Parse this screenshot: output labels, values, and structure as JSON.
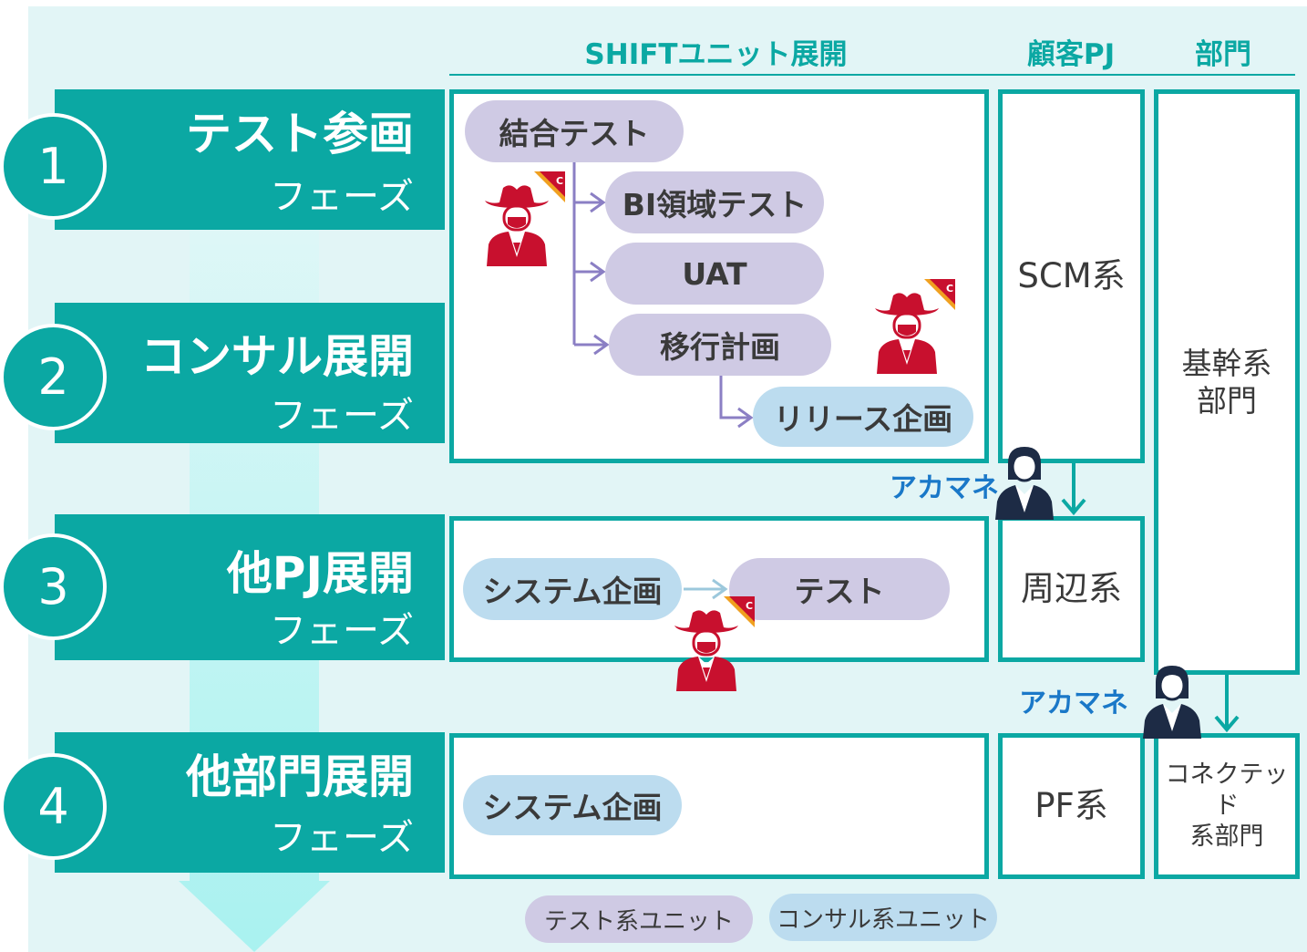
{
  "headers": {
    "shift_units": "SHIFTユニット展開",
    "client_pj": "顧客PJ",
    "department": "部門"
  },
  "phases": [
    {
      "number": "1",
      "title": "テスト参画",
      "subtitle": "フェーズ"
    },
    {
      "number": "2",
      "title": "コンサル展開",
      "subtitle": "フェーズ"
    },
    {
      "number": "3",
      "title": "他PJ展開",
      "subtitle": "フェーズ"
    },
    {
      "number": "4",
      "title": "他部門展開",
      "subtitle": "フェーズ"
    }
  ],
  "shift_tasks": {
    "integration_test": "結合テスト",
    "bi_test": "BI領域テスト",
    "uat": "UAT",
    "migration_plan": "移行計画",
    "release_plan": "リリース企画",
    "system_plan_pj": "システム企画",
    "test_pj": "テスト",
    "system_plan_dept": "システム企画"
  },
  "client_pj": {
    "scm": "SCM系",
    "peripheral": "周辺系",
    "pf": "PF系"
  },
  "department": {
    "core": "基幹系\n部門",
    "connected": "コネクテッド\n系部門"
  },
  "akamane": {
    "label1": "アカマネ",
    "label2": "アカマネ"
  },
  "badge_letter": "C",
  "legend": {
    "test_unit": "テスト系ユニット",
    "consult_unit": "コンサル系ユニット"
  },
  "colors": {
    "teal": "#0ba8a3",
    "purple_pill": "#cfcae4",
    "blue_pill": "#bcdcef",
    "cowboy_red": "#c8102e",
    "akamane_blue": "#1a78c8",
    "navy": "#1d2b45"
  }
}
